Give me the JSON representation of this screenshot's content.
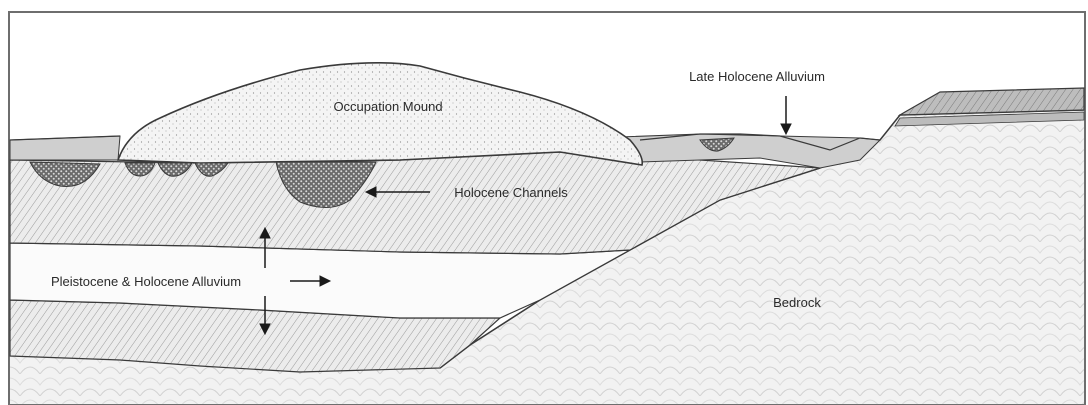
{
  "labels": {
    "occupation_mound": "Occupation Mound",
    "late_holocene_alluvium": "Late Holocene Alluvium",
    "holocene_channels": "Holocene Channels",
    "pleistocene_holocene_alluvium": "Pleistocene & Holocene Alluvium",
    "bedrock": "Bedrock"
  },
  "colors": {
    "frame": "#6e6e6e",
    "line": "#3a3a3a",
    "late_alluvium_fill": "#cfcfcf",
    "mound_fill": "#f1f1f1",
    "hatch_fill": "#e6e6e6",
    "bedrock_fill": "#f0f0f0",
    "channel_fill": "#8a8a8a"
  }
}
